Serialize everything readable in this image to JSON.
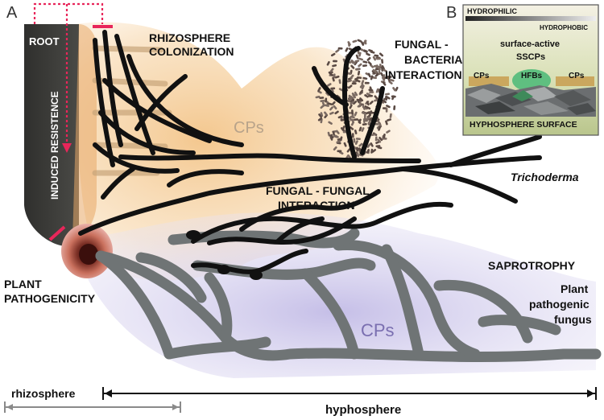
{
  "panel_a": {
    "letter": "A",
    "root": "ROOT",
    "induced": "INDUCED RESISTENCE",
    "rhizo_col": [
      "RHIZOSPHERE",
      "COLONIZATION"
    ],
    "fb_interaction": [
      "FUNGAL -",
      "BACTERIAL",
      "INTERACTION"
    ],
    "cps_top": "CPs",
    "trichoderma": "Trichoderma",
    "ff_interaction": [
      "FUNGAL - FUNGAL",
      "INTERACTION"
    ],
    "plant_path": [
      "PLANT",
      "PATHOGENICITY"
    ],
    "saprotrophy": "SAPROTROPHY",
    "plant_path_fungus": [
      "Plant",
      "pathogenic",
      "fungus"
    ],
    "cps_bottom": "CPs",
    "rhizosphere": "rhizosphere",
    "hyphosphere": "hyphosphere"
  },
  "panel_b": {
    "letter": "B",
    "hydrophilic": "HYDROPHILIC",
    "hydrophobic": "HYDROPHOBIC",
    "sscps": [
      "surface-active",
      "SSCPs"
    ],
    "cps_left": "CPs",
    "hfbs": "HFBs",
    "cps_right": "CPs",
    "surface": "HYPHOSPHERE SURFACE"
  },
  "colors": {
    "root": "#3a3a38",
    "trichoderma": "#111111",
    "pathogen": "#6f7475",
    "cps_orange": "#f5c48a",
    "cps_purple": "#c9c3e6",
    "arrow_red": "#e8265a"
  }
}
